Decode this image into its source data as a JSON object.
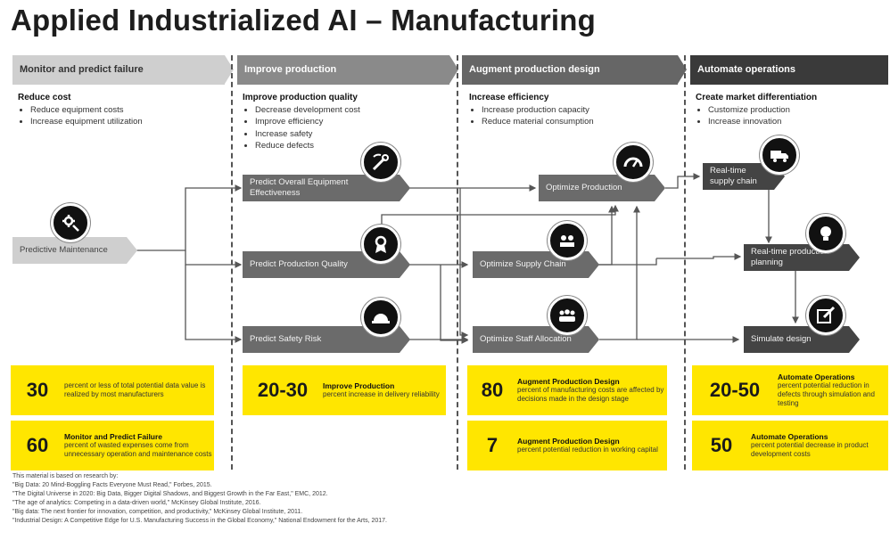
{
  "title": "Applied Industrialized AI – Manufacturing",
  "columns": [
    {
      "header": "Monitor and predict failure",
      "color": "#cfcfcf",
      "goal_title": "Reduce cost",
      "goal_items": [
        "Reduce equipment costs",
        "Increase equipment utilization"
      ]
    },
    {
      "header": "Improve production",
      "color": "#8a8a8a",
      "goal_title": "Improve production quality",
      "goal_items": [
        "Decrease development cost",
        "Improve efficiency",
        "Increase safety",
        "Reduce defects"
      ]
    },
    {
      "header": "Augment production design",
      "color": "#666666",
      "goal_title": "Increase efficiency",
      "goal_items": [
        "Increase production capacity",
        "Reduce material consumption"
      ]
    },
    {
      "header": "Automate operations",
      "color": "#3a3a3a",
      "goal_title": "Create market differentiation",
      "goal_items": [
        "Customize production",
        "Increase innovation"
      ]
    }
  ],
  "nodes": {
    "predictive_maintenance": "Predictive Maintenance",
    "predict_oee": "Predict Overall Equipment Effectiveness",
    "predict_quality": "Predict Production Quality",
    "predict_safety": "Predict Safety Risk",
    "optimize_production": "Optimize Production",
    "optimize_supply": "Optimize Supply Chain",
    "optimize_staff": "Optimize Staff Allocation",
    "realtime_supply": "Real-time supply chain",
    "realtime_planning": "Real-time production planning",
    "simulate_design": "Simulate design"
  },
  "icons": [
    "gear-wrench-icon",
    "wrench-gauge-icon",
    "award-ribbon-icon",
    "hardhat-icon",
    "speedometer-icon",
    "logistics-icon",
    "people-group-icon",
    "delivery-truck-icon",
    "lightbulb-icon",
    "edit-pencil-icon"
  ],
  "stats": {
    "s30": {
      "number": "30",
      "title": "",
      "text": "percent or less of total potential data value is realized by most manufacturers"
    },
    "s60": {
      "number": "60",
      "title": "Monitor and Predict Failure",
      "text": "percent of wasted expenses come from unnecessary operation and maintenance costs"
    },
    "s2030": {
      "number": "20-30",
      "title": "Improve Production",
      "text": "percent increase in delivery reliability"
    },
    "s80": {
      "number": "80",
      "title": "Augment Production Design",
      "text": "percent of manufacturing costs are affected by decisions made in the design stage"
    },
    "s7": {
      "number": "7",
      "title": "Augment Production Design",
      "text": "percent potential reduction in working capital"
    },
    "s2050": {
      "number": "20-50",
      "title": "Automate Operations",
      "text": "percent potential reduction in defects through simulation and testing"
    },
    "s50": {
      "number": "50",
      "title": "Automate Operations",
      "text": "percent potential decrease in product development costs"
    }
  },
  "references": [
    "This material is based on research by:",
    "\"Big Data: 20 Mind-Boggling Facts Everyone Must Read,\" Forbes, 2015.",
    "\"The Digital Universe in 2020: Big Data, Bigger Digital Shadows, and Biggest Growth in the Far East,\" EMC, 2012.",
    "\"The age of analytics: Competing in a data-driven world,\" McKinsey Global Institute, 2016.",
    "\"Big data: The next frontier for innovation, competition, and productivity,\" McKinsey Global Institute, 2011.",
    "\"Industrial Design: A Competitive Edge for U.S. Manufacturing Success in the Global Economy,\" National Endowment for the Arts, 2017."
  ]
}
